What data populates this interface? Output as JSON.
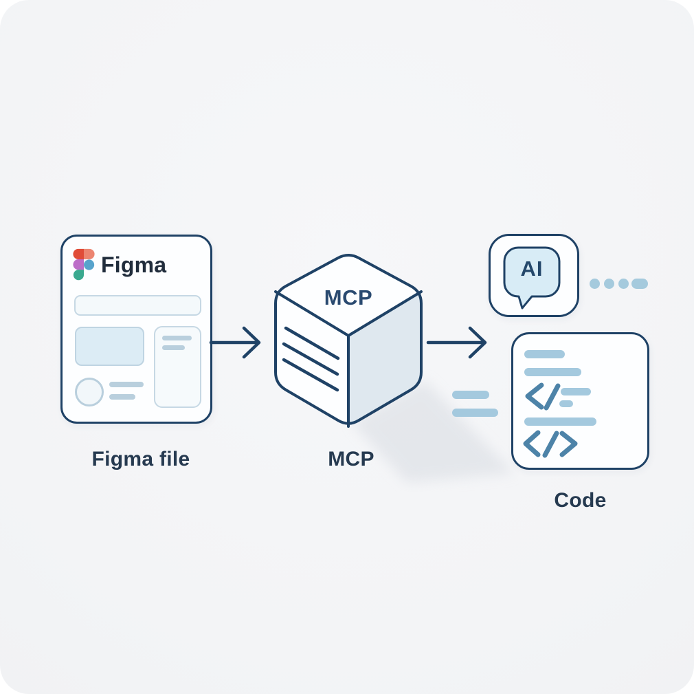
{
  "scene": {
    "bg_color": "#f4f5f7",
    "figma_card": {
      "brand": "Figma",
      "caption": "Figma file"
    },
    "mcp": {
      "cube_text": "MCP",
      "caption": "MCP"
    },
    "ai_badge": {
      "text": "AI"
    },
    "code_card": {
      "caption": "Code"
    },
    "icons": {
      "figma_logo": "figma-mark",
      "ai_bubble": "speech-bubble",
      "mcp_cube": "isometric-cube",
      "code_tag": "</>",
      "flow_arrow": "→",
      "dots": "• • • ▬"
    },
    "colors": {
      "outline_navy": "#1f4266",
      "label_text": "#263a50",
      "accent_text": "#2a4a70",
      "bubble_fill": "#d8ecf6",
      "wireframe_fill": "#dcecf5",
      "wireframe_stroke": "#c6d8e4",
      "muted_bar": "#b9cfdd",
      "code_bar": "#a4c9de",
      "code_glyph": "#4d83a8",
      "cube_side": "#dfe8ef",
      "figma_red": "#e04c38",
      "figma_salmon": "#ec8571",
      "figma_purple": "#bc6ec8",
      "figma_blue": "#57a3cc",
      "figma_green": "#3aa98f"
    }
  }
}
